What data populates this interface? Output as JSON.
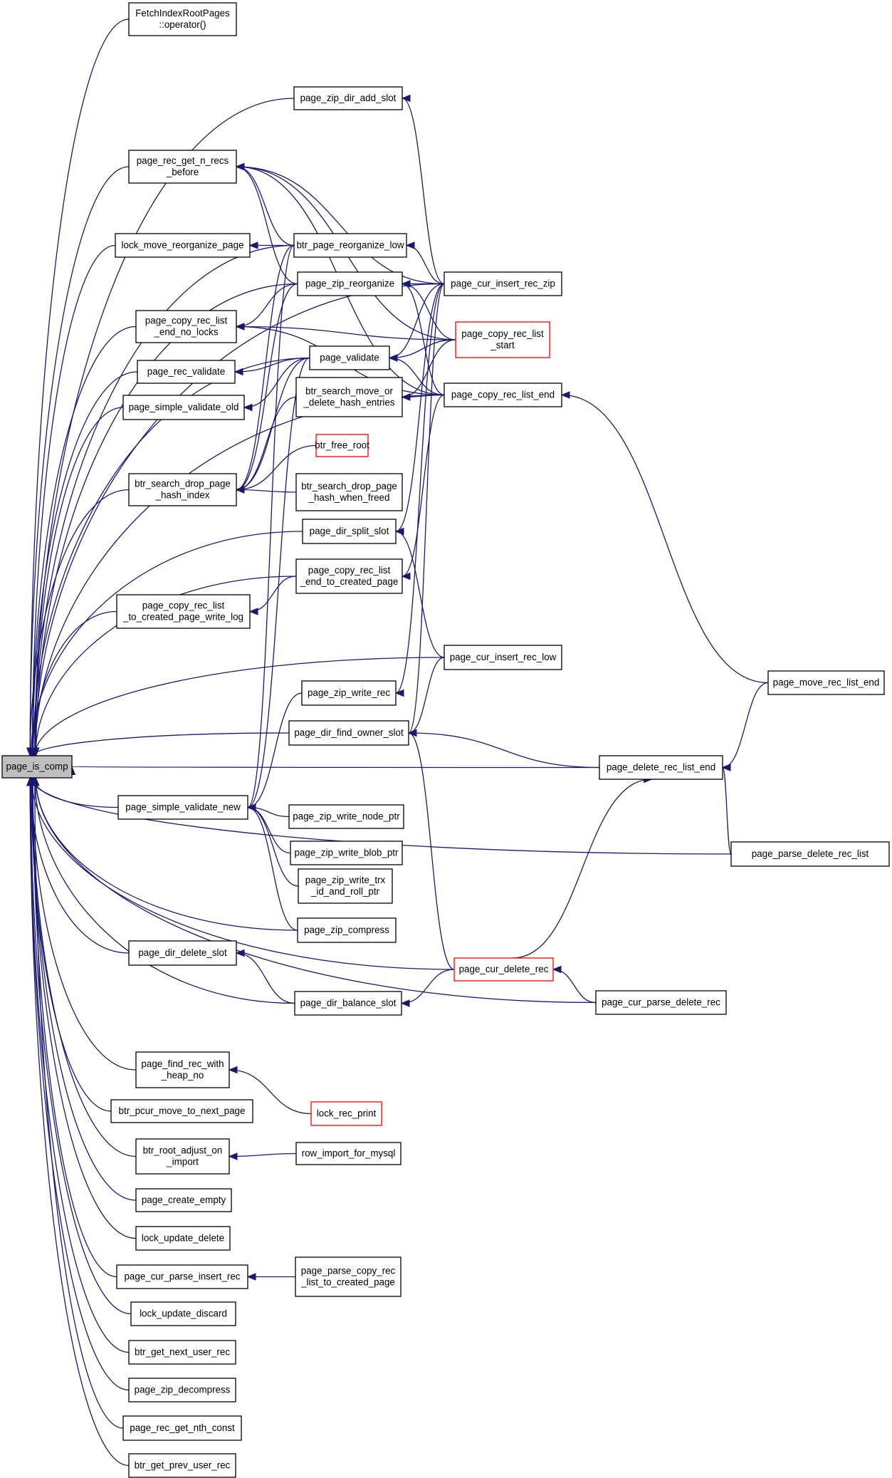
{
  "diagram": {
    "colors": {
      "edge": "#191970",
      "border_normal": "#000000",
      "border_truncated": "#ff0000",
      "root_fill": "#bfbfbf",
      "node_fill": "#ffffff"
    },
    "nodes": [
      {
        "id": "n0",
        "lines": [
          "page_is_comp"
        ],
        "style": "root"
      },
      {
        "id": "n1",
        "lines": [
          "FetchIndexRootPages",
          "::operator()"
        ],
        "style": "normal"
      },
      {
        "id": "n2",
        "lines": [
          "page_zip_dir_add_slot"
        ],
        "style": "normal"
      },
      {
        "id": "n3",
        "lines": [
          "page_rec_get_n_recs",
          "_before"
        ],
        "style": "normal"
      },
      {
        "id": "n4",
        "lines": [
          "lock_move_reorganize_page"
        ],
        "style": "normal"
      },
      {
        "id": "n5",
        "lines": [
          "btr_page_reorganize_low"
        ],
        "style": "normal"
      },
      {
        "id": "n6",
        "lines": [
          "page_zip_reorganize"
        ],
        "style": "normal"
      },
      {
        "id": "n7",
        "lines": [
          "page_cur_insert_rec_zip"
        ],
        "style": "normal"
      },
      {
        "id": "n8",
        "lines": [
          "page_copy_rec_list",
          "_end_no_locks"
        ],
        "style": "normal"
      },
      {
        "id": "n9",
        "lines": [
          "page_copy_rec_list",
          "_start"
        ],
        "style": "truncated"
      },
      {
        "id": "n10",
        "lines": [
          "page_rec_validate"
        ],
        "style": "normal"
      },
      {
        "id": "n11",
        "lines": [
          "page_validate"
        ],
        "style": "normal"
      },
      {
        "id": "n12",
        "lines": [
          "page_simple_validate_old"
        ],
        "style": "normal"
      },
      {
        "id": "n13",
        "lines": [
          "btr_search_move_or",
          "_delete_hash_entries"
        ],
        "style": "normal"
      },
      {
        "id": "n14",
        "lines": [
          "page_copy_rec_list_end"
        ],
        "style": "normal"
      },
      {
        "id": "n15",
        "lines": [
          "btr_free_root"
        ],
        "style": "truncated"
      },
      {
        "id": "n16",
        "lines": [
          "btr_search_drop_page",
          "_hash_index"
        ],
        "style": "normal"
      },
      {
        "id": "n17",
        "lines": [
          "btr_search_drop_page",
          "_hash_when_freed"
        ],
        "style": "normal"
      },
      {
        "id": "n18",
        "lines": [
          "page_dir_split_slot"
        ],
        "style": "normal"
      },
      {
        "id": "n19",
        "lines": [
          "page_copy_rec_list",
          "_end_to_created_page"
        ],
        "style": "normal"
      },
      {
        "id": "n20",
        "lines": [
          "page_copy_rec_list",
          "_to_created_page_write_log"
        ],
        "style": "normal"
      },
      {
        "id": "n21",
        "lines": [
          "page_cur_insert_rec_low"
        ],
        "style": "normal"
      },
      {
        "id": "n22",
        "lines": [
          "page_move_rec_list_end"
        ],
        "style": "normal"
      },
      {
        "id": "n23",
        "lines": [
          "page_zip_write_rec"
        ],
        "style": "normal"
      },
      {
        "id": "n24",
        "lines": [
          "page_dir_find_owner_slot"
        ],
        "style": "normal"
      },
      {
        "id": "n25",
        "lines": [
          "page_delete_rec_list_end"
        ],
        "style": "normal"
      },
      {
        "id": "n26",
        "lines": [
          "page_simple_validate_new"
        ],
        "style": "normal"
      },
      {
        "id": "n27",
        "lines": [
          "page_zip_write_node_ptr"
        ],
        "style": "normal"
      },
      {
        "id": "n28",
        "lines": [
          "page_zip_write_blob_ptr"
        ],
        "style": "normal"
      },
      {
        "id": "n29",
        "lines": [
          "page_parse_delete_rec_list"
        ],
        "style": "normal"
      },
      {
        "id": "n30",
        "lines": [
          "page_zip_write_trx",
          "_id_and_roll_ptr"
        ],
        "style": "normal"
      },
      {
        "id": "n31",
        "lines": [
          "page_zip_compress"
        ],
        "style": "normal"
      },
      {
        "id": "n32",
        "lines": [
          "page_dir_delete_slot"
        ],
        "style": "normal"
      },
      {
        "id": "n33",
        "lines": [
          "page_cur_delete_rec"
        ],
        "style": "truncated"
      },
      {
        "id": "n34",
        "lines": [
          "page_dir_balance_slot"
        ],
        "style": "normal"
      },
      {
        "id": "n35",
        "lines": [
          "page_cur_parse_delete_rec"
        ],
        "style": "normal"
      },
      {
        "id": "n36",
        "lines": [
          "page_find_rec_with",
          "_heap_no"
        ],
        "style": "normal"
      },
      {
        "id": "n37",
        "lines": [
          "lock_rec_print"
        ],
        "style": "truncated"
      },
      {
        "id": "n38",
        "lines": [
          "btr_pcur_move_to_next_page"
        ],
        "style": "normal"
      },
      {
        "id": "n39",
        "lines": [
          "btr_root_adjust_on",
          "_import"
        ],
        "style": "normal"
      },
      {
        "id": "n40",
        "lines": [
          "row_import_for_mysql"
        ],
        "style": "normal"
      },
      {
        "id": "n41",
        "lines": [
          "page_create_empty"
        ],
        "style": "normal"
      },
      {
        "id": "n42",
        "lines": [
          "lock_update_delete"
        ],
        "style": "normal"
      },
      {
        "id": "n43",
        "lines": [
          "page_cur_parse_insert_rec"
        ],
        "style": "normal"
      },
      {
        "id": "n44",
        "lines": [
          "page_parse_copy_rec",
          "_list_to_created_page"
        ],
        "style": "normal"
      },
      {
        "id": "n45",
        "lines": [
          "lock_update_discard"
        ],
        "style": "normal"
      },
      {
        "id": "n46",
        "lines": [
          "btr_get_next_user_rec"
        ],
        "style": "normal"
      },
      {
        "id": "n47",
        "lines": [
          "page_zip_decompress"
        ],
        "style": "normal"
      },
      {
        "id": "n48",
        "lines": [
          "page_rec_get_nth_const"
        ],
        "style": "normal"
      },
      {
        "id": "n49",
        "lines": [
          "btr_get_prev_user_rec"
        ],
        "style": "normal"
      }
    ],
    "edges": [
      [
        "n1",
        "n0"
      ],
      [
        "n2",
        "n0"
      ],
      [
        "n3",
        "n0"
      ],
      [
        "n4",
        "n0"
      ],
      [
        "n5",
        "n0"
      ],
      [
        "n6",
        "n0"
      ],
      [
        "n7",
        "n0"
      ],
      [
        "n8",
        "n0"
      ],
      [
        "n10",
        "n0"
      ],
      [
        "n11",
        "n0"
      ],
      [
        "n12",
        "n0"
      ],
      [
        "n16",
        "n0"
      ],
      [
        "n18",
        "n0"
      ],
      [
        "n19",
        "n0"
      ],
      [
        "n20",
        "n0"
      ],
      [
        "n14",
        "n0"
      ],
      [
        "n21",
        "n0"
      ],
      [
        "n24",
        "n0"
      ],
      [
        "n25",
        "n0"
      ],
      [
        "n26",
        "n0"
      ],
      [
        "n31",
        "n0"
      ],
      [
        "n32",
        "n0"
      ],
      [
        "n33",
        "n0"
      ],
      [
        "n34",
        "n0"
      ],
      [
        "n35",
        "n0"
      ],
      [
        "n29",
        "n0"
      ],
      [
        "n36",
        "n0"
      ],
      [
        "n38",
        "n0"
      ],
      [
        "n39",
        "n0"
      ],
      [
        "n41",
        "n0"
      ],
      [
        "n42",
        "n0"
      ],
      [
        "n43",
        "n0"
      ],
      [
        "n45",
        "n0"
      ],
      [
        "n46",
        "n0"
      ],
      [
        "n47",
        "n0"
      ],
      [
        "n48",
        "n0"
      ],
      [
        "n49",
        "n0"
      ],
      [
        "n7",
        "n2"
      ],
      [
        "n5",
        "n3"
      ],
      [
        "n6",
        "n3"
      ],
      [
        "n7",
        "n3"
      ],
      [
        "n14",
        "n3"
      ],
      [
        "n9",
        "n3"
      ],
      [
        "n5",
        "n4"
      ],
      [
        "n7",
        "n5"
      ],
      [
        "n7",
        "n6"
      ],
      [
        "n9",
        "n6"
      ],
      [
        "n14",
        "n6"
      ],
      [
        "n6",
        "n8"
      ],
      [
        "n9",
        "n8"
      ],
      [
        "n14",
        "n8"
      ],
      [
        "n11",
        "n10"
      ],
      [
        "n11",
        "n12"
      ],
      [
        "n7",
        "n11"
      ],
      [
        "n9",
        "n11"
      ],
      [
        "n14",
        "n11"
      ],
      [
        "n14",
        "n13"
      ],
      [
        "n9",
        "n13"
      ],
      [
        "n5",
        "n16"
      ],
      [
        "n6",
        "n16"
      ],
      [
        "n11",
        "n16"
      ],
      [
        "n13",
        "n16"
      ],
      [
        "n15",
        "n16"
      ],
      [
        "n17",
        "n16"
      ],
      [
        "n7",
        "n18"
      ],
      [
        "n21",
        "n18"
      ],
      [
        "n14",
        "n19"
      ],
      [
        "n19",
        "n20"
      ],
      [
        "n22",
        "n14"
      ],
      [
        "n7",
        "n23"
      ],
      [
        "n21",
        "n24"
      ],
      [
        "n33",
        "n24"
      ],
      [
        "n25",
        "n24"
      ],
      [
        "n7",
        "n24"
      ],
      [
        "n22",
        "n25"
      ],
      [
        "n29",
        "n25"
      ],
      [
        "n33",
        "n25"
      ],
      [
        "n11",
        "n26"
      ],
      [
        "n23",
        "n26"
      ],
      [
        "n5",
        "n26"
      ],
      [
        "n27",
        "n26"
      ],
      [
        "n28",
        "n26"
      ],
      [
        "n30",
        "n26"
      ],
      [
        "n31",
        "n26"
      ],
      [
        "n34",
        "n32"
      ],
      [
        "n35",
        "n33"
      ],
      [
        "n33",
        "n34"
      ],
      [
        "n37",
        "n36"
      ],
      [
        "n40",
        "n39"
      ],
      [
        "n44",
        "n43"
      ]
    ]
  }
}
